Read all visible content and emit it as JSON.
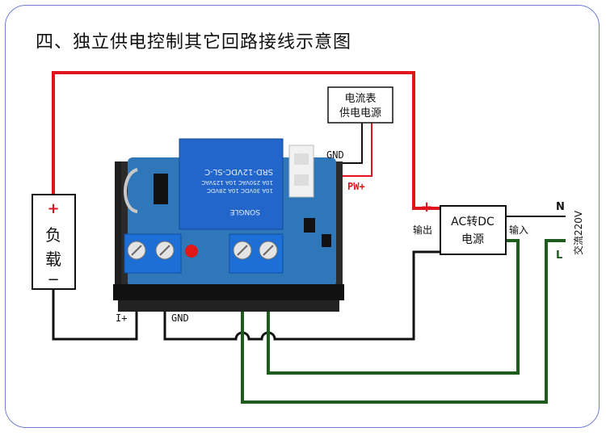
{
  "title": "四、独立供电控制其它回路接线示意图",
  "ammeter_supply": {
    "line1": "电流表",
    "line2": "供电电源"
  },
  "load": {
    "plus": "+",
    "line1": "负",
    "line2": "载",
    "minus": "−"
  },
  "psu": {
    "line1": "AC转DC",
    "line2": "电源",
    "out_label": "输出",
    "in_label": "输入",
    "plus": "+",
    "minus": "−"
  },
  "ac_input": {
    "n": "N",
    "l": "L",
    "voltage": "交流220V"
  },
  "wire_labels": {
    "gnd_top": "GND",
    "pw": "PW+",
    "i_plus": "I+",
    "gnd_bottom": "GND"
  },
  "relay_text": {
    "model": "SRD-12VDC-SL-C",
    "r1": "10A 250VAC  10A 125VAC",
    "r2": "10A 30VDC  10A 28VDC",
    "brand": "SONGLE"
  },
  "colors": {
    "red_wire": "#e0141c",
    "black_wire": "#111111",
    "green_wire": "#1f5a1f",
    "board": "#2f77b8",
    "relay": "#2266cc",
    "frame": "#6f7fd6"
  }
}
